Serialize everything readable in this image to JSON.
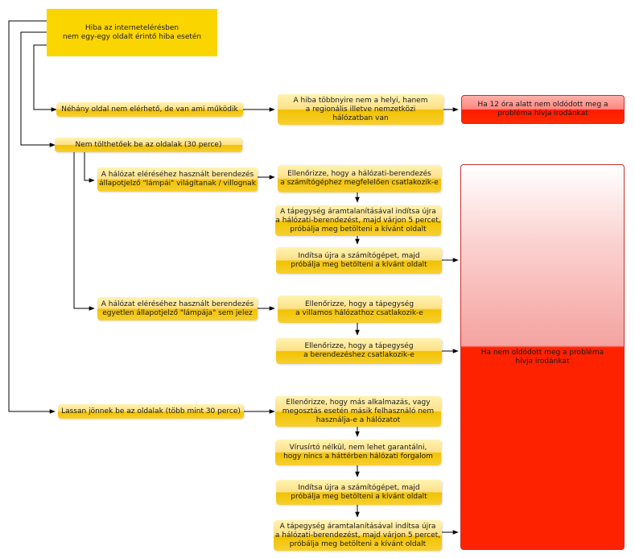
{
  "nodes": {
    "root": "Hiba az internetelérésben\nnem egy-egy oldalt érintő hiba esetén",
    "b1": "Néhány oldal nem elérhető, de van ami működik",
    "b1_info": "A hiba többnyire nem a helyi, hanem\na regionális illetve nemzetközi\nhálózatban van",
    "b1_result": "Ha 12 óra alatt nem oldódott meg a\nprobléma hívja irodánkat",
    "b2": "Nem tölthetőek be az oldalak (30 perce)",
    "b2a": "A hálózat eléréséhez használt berendezés\nállapotjelző \"lámpái\" világítanak / villognak",
    "b2a_s1": "Ellenőrizze, hogy a hálózati-berendezés\na számítógéphez megfelelően csatlakozik-e",
    "b2a_s2": "A tápegység áramtalanításával indítsa újra\na hálózati-berendezést, majd várjon 5 percet,\npróbálja meg betölteni a kívánt oldalt",
    "b2a_s3": "Indítsa újra a számítógépet, majd\npróbálja meg betölteni a kívánt oldalt",
    "b2b": "A hálózat eléréséhez használt berendezés\negyetlen állapotjelző \"lámpája\" sem jelez",
    "b2b_s1": "Ellenőrizze, hogy a tápegység\na villamos hálózathoz csatlakozik-e",
    "b2b_s2": "Ellenőrizze, hogy a tápegység\na berendezéshez csatlakozik-e",
    "b3": "Lassan jönnek be az oldalak (több mint 30 perce)",
    "b3_s1": "Ellenőrizze, hogy más alkalmazás, vagy\nmegosztás esetén másik felhasználó nem\nhasználja-e a hálózatot",
    "b3_s2": "Vírusírtó  nélkül, nem lehet garantálni,\nhogy nincs a háttérben hálózati forgalom",
    "b3_s3": "Indítsa újra a számítógépet, majd\npróbálja meg betölteni a kívánt oldalt",
    "b3_s4": "A tápegység áramtalanításával indítsa újra\na hálózati-berendezést, majd várjon 5 percet,\npróbálja meg betölteni a kívánt oldalt",
    "big_result": "Ha nem oldódott meg a probléma\nhívja irodánkat"
  },
  "colors": {
    "box_yellow": "#fbd500",
    "result_red": "#ff2200",
    "line": "#000000"
  }
}
